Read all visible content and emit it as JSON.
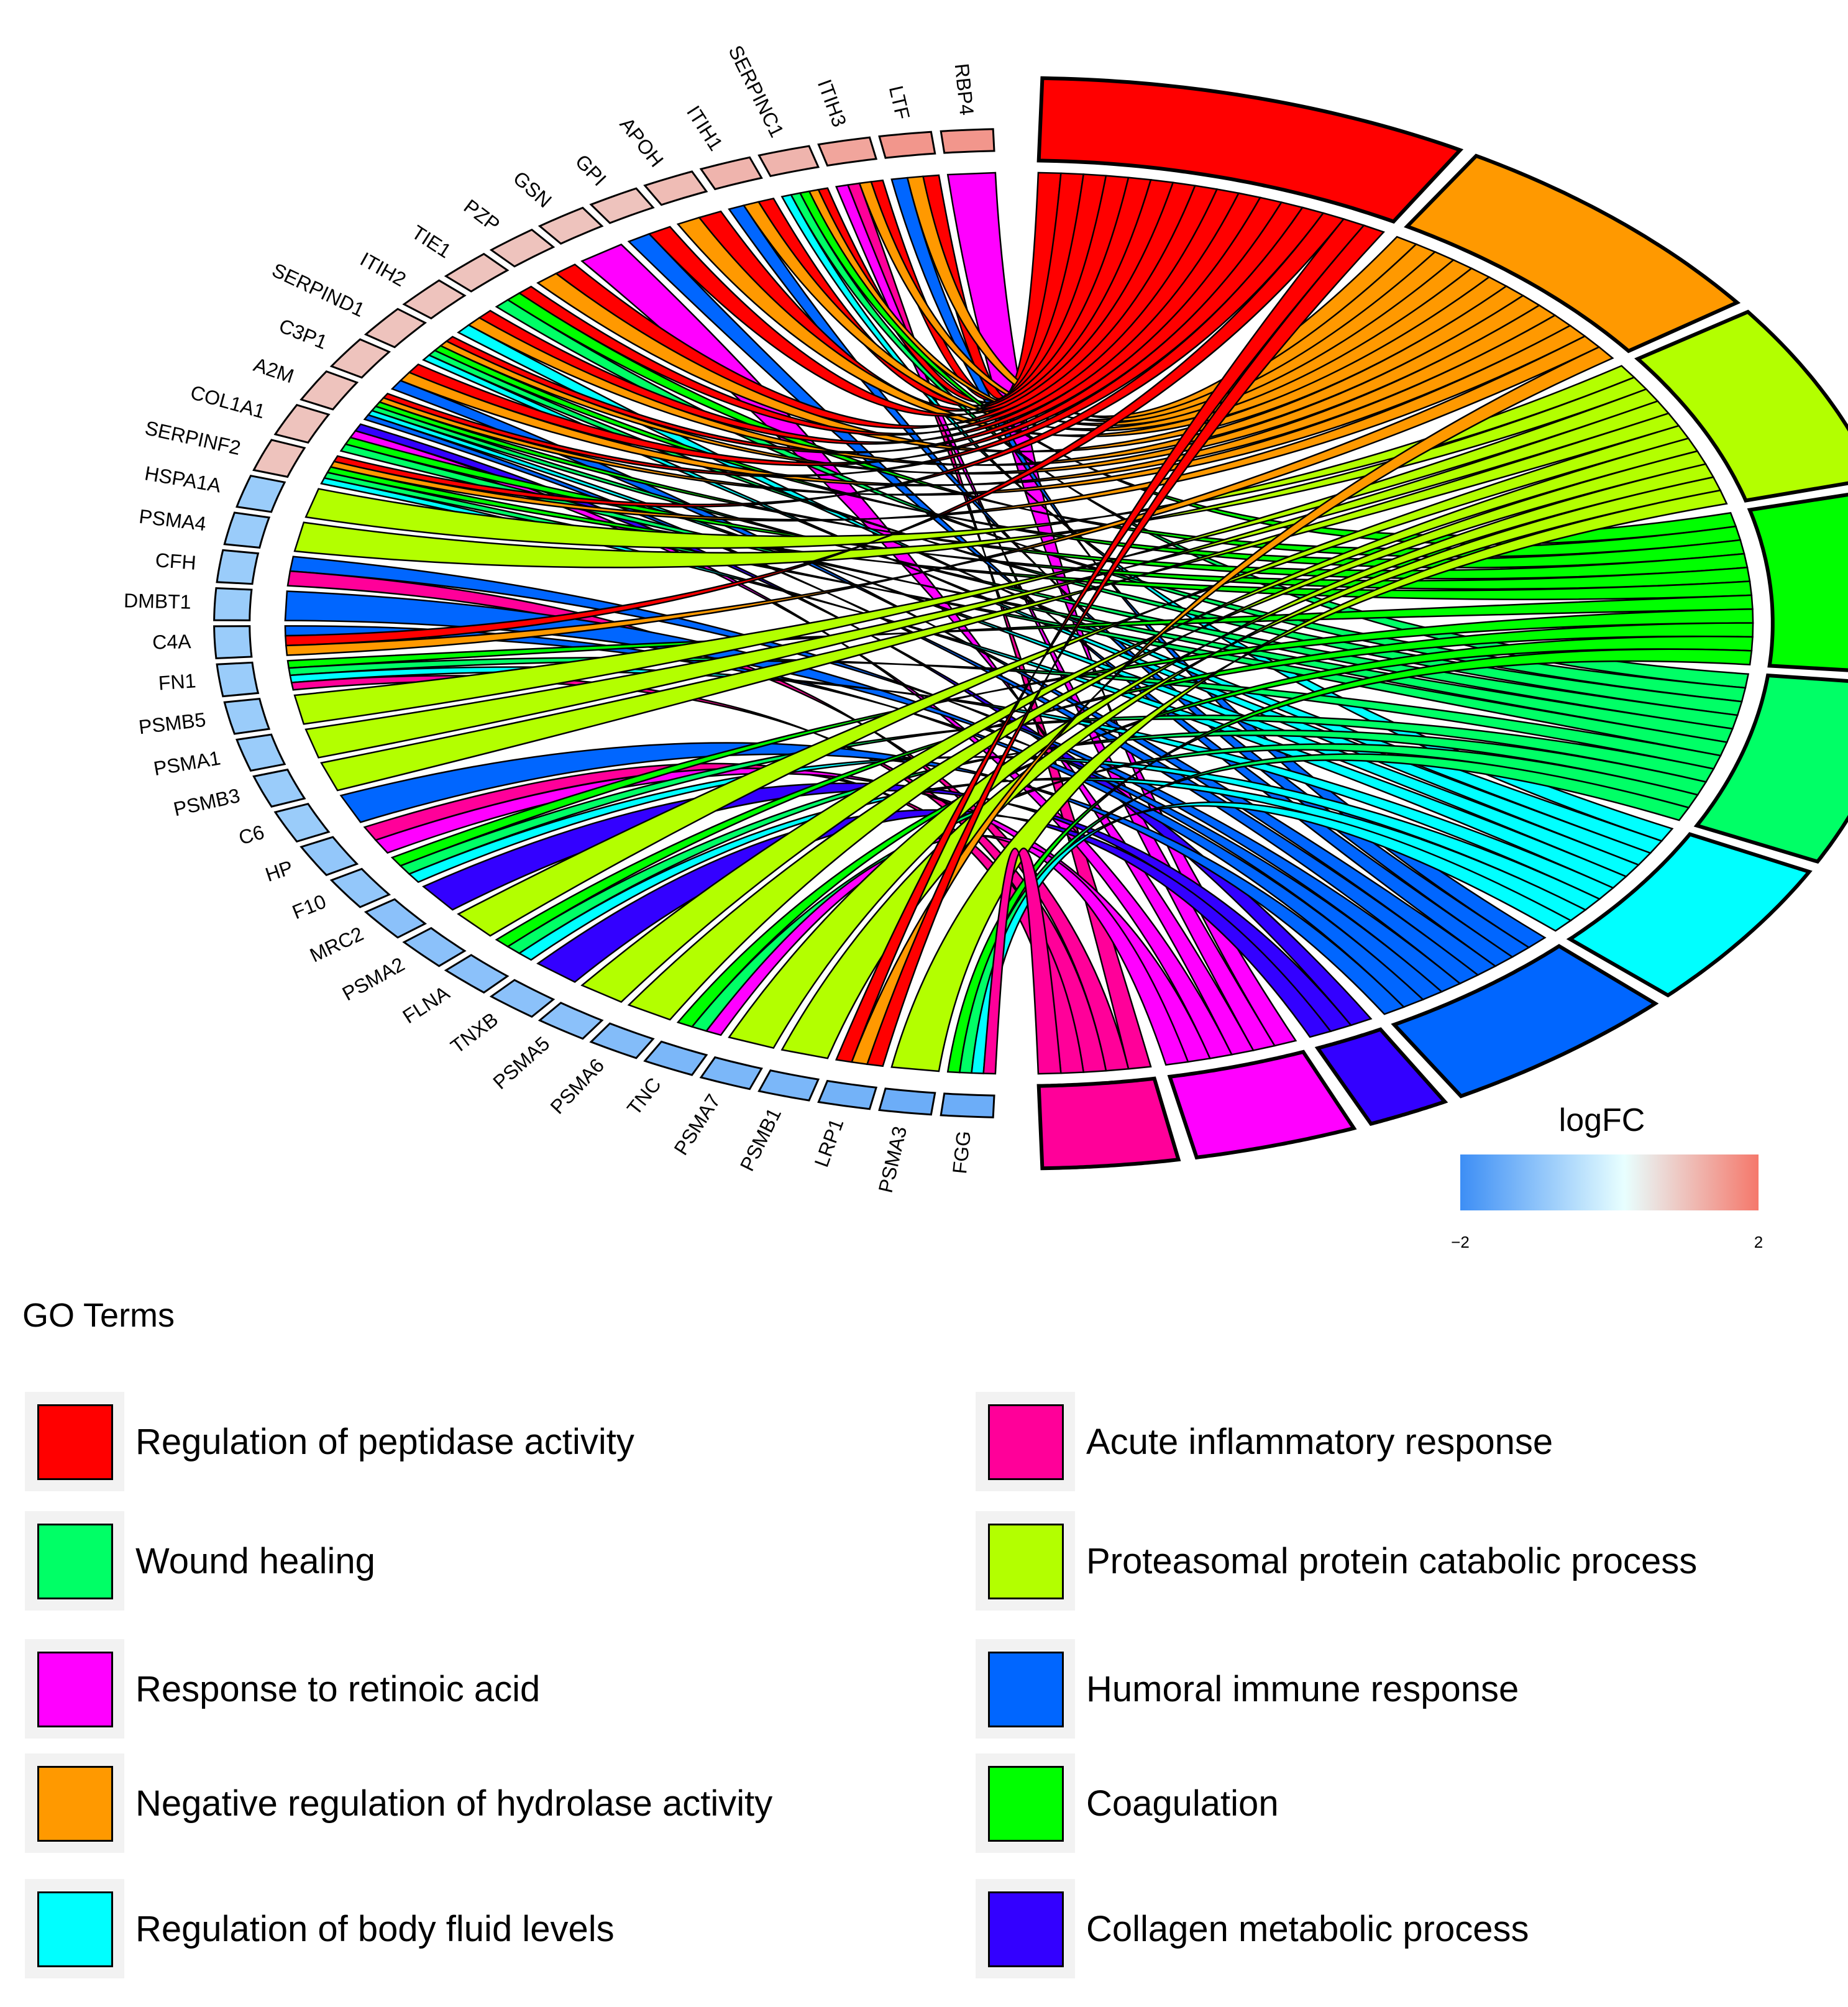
{
  "genes": [
    {
      "name": "RBP4",
      "logFC": 1.6
    },
    {
      "name": "LTF",
      "logFC": 1.6
    },
    {
      "name": "ITIH3",
      "logFC": 1.4
    },
    {
      "name": "SERPINC1",
      "logFC": 1.2
    },
    {
      "name": "ITIH1",
      "logFC": 1.2
    },
    {
      "name": "APOH",
      "logFC": 1.1
    },
    {
      "name": "GPI",
      "logFC": 1.0
    },
    {
      "name": "GSN",
      "logFC": 1.0
    },
    {
      "name": "PZP",
      "logFC": 1.0
    },
    {
      "name": "TIE1",
      "logFC": 1.0
    },
    {
      "name": "ITIH2",
      "logFC": 1.0
    },
    {
      "name": "SERPIND1",
      "logFC": 1.0
    },
    {
      "name": "C3P1",
      "logFC": 1.0
    },
    {
      "name": "A2M",
      "logFC": 1.0
    },
    {
      "name": "COL1A1",
      "logFC": 1.0
    },
    {
      "name": "SERPINF2",
      "logFC": 1.0
    },
    {
      "name": "HSPA1A",
      "logFC": -0.8
    },
    {
      "name": "PSMA4",
      "logFC": -0.8
    },
    {
      "name": "CFH",
      "logFC": -0.8
    },
    {
      "name": "DMBT1",
      "logFC": -0.8
    },
    {
      "name": "C4A",
      "logFC": -0.8
    },
    {
      "name": "FN1",
      "logFC": -0.8
    },
    {
      "name": "PSMB5",
      "logFC": -0.8
    },
    {
      "name": "PSMA1",
      "logFC": -0.8
    },
    {
      "name": "PSMB3",
      "logFC": -0.8
    },
    {
      "name": "C6",
      "logFC": -0.8
    },
    {
      "name": "HP",
      "logFC": -0.9
    },
    {
      "name": "F10",
      "logFC": -0.9
    },
    {
      "name": "MRC2",
      "logFC": -1.0
    },
    {
      "name": "PSMA2",
      "logFC": -1.0
    },
    {
      "name": "FLNA",
      "logFC": -1.0
    },
    {
      "name": "TNXB",
      "logFC": -1.0
    },
    {
      "name": "PSMA5",
      "logFC": -1.0
    },
    {
      "name": "PSMA6",
      "logFC": -1.1
    },
    {
      "name": "TNC",
      "logFC": -1.2
    },
    {
      "name": "PSMA7",
      "logFC": -1.2
    },
    {
      "name": "PSMB1",
      "logFC": -1.2
    },
    {
      "name": "LRP1",
      "logFC": -1.3
    },
    {
      "name": "PSMA3",
      "logFC": -1.4
    },
    {
      "name": "FGG",
      "logFC": -1.4
    }
  ],
  "terms": [
    {
      "label": "Regulation of peptidase activity",
      "color": "#FF0000"
    },
    {
      "label": "Negative regulation of hydrolase activity",
      "color": "#FF9900"
    },
    {
      "label": "Proteasomal protein catabolic process",
      "color": "#B3FF00"
    },
    {
      "label": "Coagulation",
      "color": "#00FF00"
    },
    {
      "label": "Wound healing",
      "color": "#00FF66"
    },
    {
      "label": "Regulation of body fluid levels",
      "color": "#00FFFF"
    },
    {
      "label": "Humoral immune response",
      "color": "#0066FF"
    },
    {
      "label": "Collagen metabolic process",
      "color": "#3300FF"
    },
    {
      "label": "Response to retinoic acid",
      "color": "#FF00FF"
    },
    {
      "label": "Acute inflammatory response",
      "color": "#FF0099"
    }
  ],
  "legend": {
    "title": "GO Terms",
    "left_column": [
      "Regulation of peptidase activity",
      "Wound healing",
      "Response to retinoic acid",
      "Negative regulation of hydrolase activity",
      "Regulation of body fluid levels"
    ],
    "right_column": [
      "Acute inflammatory response",
      "Proteasomal protein catabolic process",
      "Humoral immune response",
      "Coagulation",
      "Collagen metabolic process"
    ]
  },
  "colorbar": {
    "title": "logFC",
    "min_label": "−2",
    "max_label": "2",
    "min": -2,
    "max": 2,
    "low_color": "#3D8EF5",
    "mid_color": "#E8FFFF",
    "high_color": "#F5786B"
  },
  "links": [
    {
      "gene": "RBP4",
      "terms": [
        "Response to retinoic acid"
      ]
    },
    {
      "gene": "LTF",
      "terms": [
        "Regulation of peptidase activity",
        "Negative regulation of hydrolase activity",
        "Humoral immune response"
      ]
    },
    {
      "gene": "ITIH3",
      "terms": [
        "Regulation of peptidase activity",
        "Negative regulation of hydrolase activity",
        "Acute inflammatory response",
        "Response to retinoic acid"
      ]
    },
    {
      "gene": "SERPINC1",
      "terms": [
        "Regulation of peptidase activity",
        "Negative regulation of hydrolase activity",
        "Coagulation",
        "Wound healing",
        "Regulation of body fluid levels"
      ]
    },
    {
      "gene": "ITIH1",
      "terms": [
        "Regulation of peptidase activity",
        "Negative regulation of hydrolase activity",
        "Humoral immune response"
      ]
    },
    {
      "gene": "APOH",
      "terms": [
        "Regulation of peptidase activity",
        "Negative regulation of hydrolase activity"
      ]
    },
    {
      "gene": "GPI",
      "terms": [
        "Regulation of peptidase activity",
        "Humoral immune response"
      ]
    },
    {
      "gene": "GSN",
      "terms": [
        "Response to retinoic acid"
      ]
    },
    {
      "gene": "PZP",
      "terms": [
        "Regulation of peptidase activity",
        "Negative regulation of hydrolase activity"
      ]
    },
    {
      "gene": "TIE1",
      "terms": [
        "Regulation of peptidase activity",
        "Coagulation",
        "Wound healing"
      ]
    },
    {
      "gene": "ITIH2",
      "terms": [
        "Regulation of peptidase activity",
        "Negative regulation of hydrolase activity",
        "Regulation of body fluid levels"
      ]
    },
    {
      "gene": "SERPIND1",
      "terms": [
        "Regulation of peptidase activity",
        "Negative regulation of hydrolase activity",
        "Coagulation",
        "Wound healing",
        "Regulation of body fluid levels"
      ]
    },
    {
      "gene": "C3P1",
      "terms": [
        "Regulation of peptidase activity",
        "Negative regulation of hydrolase activity",
        "Humoral immune response"
      ]
    },
    {
      "gene": "A2M",
      "terms": [
        "Regulation of peptidase activity",
        "Negative regulation of hydrolase activity",
        "Coagulation",
        "Wound healing",
        "Regulation of body fluid levels",
        "Humoral immune response"
      ]
    },
    {
      "gene": "COL1A1",
      "terms": [
        "Collagen metabolic process",
        "Response to retinoic acid",
        "Coagulation",
        "Wound healing"
      ]
    },
    {
      "gene": "SERPINF2",
      "terms": [
        "Regulation of peptidase activity",
        "Negative regulation of hydrolase activity",
        "Coagulation",
        "Wound healing",
        "Regulation of body fluid levels"
      ]
    },
    {
      "gene": "HSPA1A",
      "terms": [
        "Proteasomal protein catabolic process"
      ]
    },
    {
      "gene": "PSMA4",
      "terms": [
        "Proteasomal protein catabolic process"
      ]
    },
    {
      "gene": "CFH",
      "terms": [
        "Humoral immune response",
        "Acute inflammatory response"
      ]
    },
    {
      "gene": "DMBT1",
      "terms": [
        "Humoral immune response"
      ]
    },
    {
      "gene": "C4A",
      "terms": [
        "Humoral immune response",
        "Regulation of peptidase activity",
        "Negative regulation of hydrolase activity"
      ]
    },
    {
      "gene": "FN1",
      "terms": [
        "Coagulation",
        "Wound healing",
        "Regulation of body fluid levels",
        "Acute inflammatory response"
      ]
    },
    {
      "gene": "PSMB5",
      "terms": [
        "Proteasomal protein catabolic process"
      ]
    },
    {
      "gene": "PSMA1",
      "terms": [
        "Proteasomal protein catabolic process"
      ]
    },
    {
      "gene": "PSMB3",
      "terms": [
        "Proteasomal protein catabolic process"
      ]
    },
    {
      "gene": "C6",
      "terms": [
        "Humoral immune response"
      ]
    },
    {
      "gene": "HP",
      "terms": [
        "Acute inflammatory response",
        "Response to retinoic acid"
      ]
    },
    {
      "gene": "F10",
      "terms": [
        "Coagulation",
        "Wound healing",
        "Regulation of body fluid levels"
      ]
    },
    {
      "gene": "MRC2",
      "terms": [
        "Collagen metabolic process"
      ]
    },
    {
      "gene": "PSMA2",
      "terms": [
        "Proteasomal protein catabolic process"
      ]
    },
    {
      "gene": "FLNA",
      "terms": [
        "Coagulation",
        "Wound healing",
        "Regulation of body fluid levels"
      ]
    },
    {
      "gene": "TNXB",
      "terms": [
        "Collagen metabolic process"
      ]
    },
    {
      "gene": "PSMA5",
      "terms": [
        "Proteasomal protein catabolic process"
      ]
    },
    {
      "gene": "PSMA6",
      "terms": [
        "Proteasomal protein catabolic process"
      ]
    },
    {
      "gene": "TNC",
      "terms": [
        "Coagulation",
        "Wound healing",
        "Response to retinoic acid"
      ]
    },
    {
      "gene": "PSMA7",
      "terms": [
        "Proteasomal protein catabolic process"
      ]
    },
    {
      "gene": "PSMB1",
      "terms": [
        "Proteasomal protein catabolic process"
      ]
    },
    {
      "gene": "LRP1",
      "terms": [
        "Regulation of peptidase activity",
        "Negative regulation of hydrolase activity",
        "Regulation of peptidase activity"
      ]
    },
    {
      "gene": "PSMA3",
      "terms": [
        "Proteasomal protein catabolic process"
      ]
    },
    {
      "gene": "FGG",
      "terms": [
        "Coagulation",
        "Wound healing",
        "Regulation of body fluid levels",
        "Acute inflammatory response"
      ]
    }
  ]
}
